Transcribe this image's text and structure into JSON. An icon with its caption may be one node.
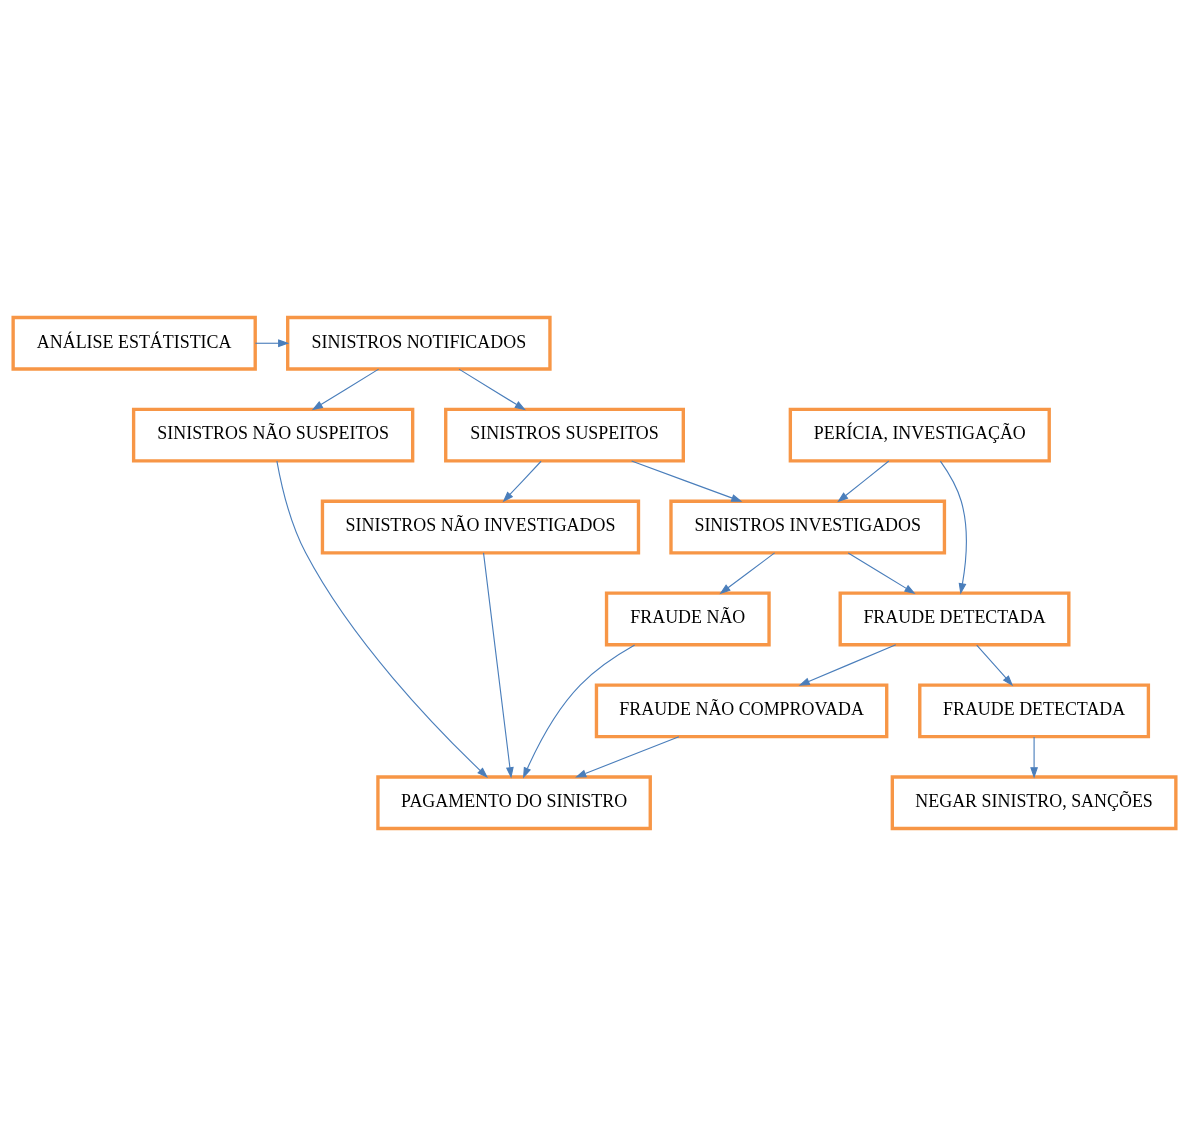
{
  "diagram": {
    "nodes": [
      {
        "text": [
          "SINISTROS NOTIFICADOS"
        ]
      },
      {
        "text": [
          "ANÁLISE ESTÁTISTICA"
        ]
      },
      {
        "text": [
          "SINISTROS NÃO SUSPEITOS"
        ]
      },
      {
        "text": [
          "SINISTROS SUSPEITOS"
        ]
      },
      {
        "text": [
          "PERÍCIA, INVESTIGAÇÃO"
        ]
      },
      {
        "text": [
          "SINISTROS NÃO INVESTIGADOS"
        ]
      },
      {
        "text": [
          "SINISTROS INVESTIGADOS"
        ]
      },
      {
        "text": [
          "FRAUDE NÃO"
        ]
      },
      {
        "text": [
          "FRAUDE DETECTADA"
        ]
      },
      {
        "text": [
          "FRAUDE NÃO COMPROVADA"
        ]
      },
      {
        "text": [
          "FRAUDE DETECTADA"
        ]
      },
      {
        "text": [
          "PAGAMENTO DO SINISTRO"
        ]
      },
      {
        "text": [
          "NEGAR SINISTRO, SANÇÕES"
        ]
      }
    ],
    "edges": [
      {
        "from": 1,
        "to": 0,
        "arrow": "to"
      },
      {
        "from": 0,
        "to": 2,
        "arrow": "to"
      },
      {
        "from": 0,
        "to": 3,
        "arrow": "to"
      },
      {
        "from": 3,
        "to": 5,
        "arrow": "to"
      },
      {
        "from": 3,
        "to": 6,
        "arrow": "to"
      },
      {
        "from": 4,
        "to": 6,
        "arrow": "to"
      },
      {
        "from": 6,
        "to": 7,
        "arrow": "to"
      },
      {
        "from": 6,
        "to": 8,
        "arrow": "to"
      },
      {
        "from": 4,
        "to": 8,
        "arrow": "to"
      },
      {
        "from": 8,
        "to": 9,
        "arrow": "to"
      },
      {
        "from": 8,
        "to": 10,
        "arrow": "to"
      },
      {
        "from": 2,
        "to": 11,
        "arrow": "to"
      },
      {
        "from": 5,
        "to": 11,
        "arrow": "to"
      },
      {
        "from": 7,
        "to": 11,
        "arrow": "to"
      },
      {
        "from": 9,
        "to": 11,
        "arrow": "to"
      },
      {
        "from": 10,
        "to": 12,
        "arrow": "to"
      }
    ]
  }
}
